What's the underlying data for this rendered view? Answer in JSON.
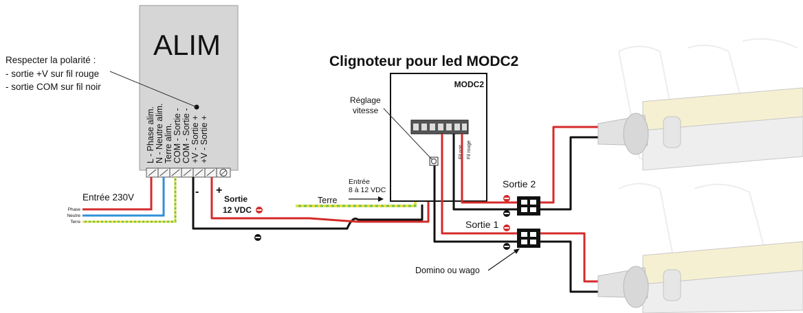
{
  "title": "Clignoteur pour led MODC2",
  "psu": {
    "name": "ALIM",
    "terminals": [
      "L - Phase alim.",
      "N - Neutre alim.",
      "Terre alim.",
      "COM - Sortie -",
      "COM - Sortie -",
      "+V - Sortie +",
      "+V - Sortie +"
    ]
  },
  "note": {
    "line1": "Respecter la polarité :",
    "line2": "- sortie +V sur fil rouge",
    "line3": "- sortie COM sur fil noir"
  },
  "mains": {
    "label": "Entrée 230V",
    "wires": [
      "Phase",
      "Neutre",
      "Terre"
    ]
  },
  "output": {
    "minus": "-",
    "plus": "+",
    "line1": "Sortie",
    "line2": "12 VDC"
  },
  "module": {
    "name": "MODC2",
    "adjust_line1": "Réglage",
    "adjust_line2": "vitesse",
    "wire_black": "Fil noir",
    "wire_red": "Fil rouge",
    "input_line1": "Entrée",
    "input_line2": "8 à 12 VDC"
  },
  "earth_label": "Terre",
  "outputs": {
    "sortie2": "Sortie 2",
    "sortie1": "Sortie 1"
  },
  "domino_label": "Domino ou wago",
  "colors": {
    "red_wire": "#d42a2a",
    "black_wire": "#111111",
    "blue_wire": "#2f8fd8",
    "earth_green": "#7ec241",
    "earth_yellow": "#e8e23a",
    "psu_body": "#d6d6d6"
  }
}
